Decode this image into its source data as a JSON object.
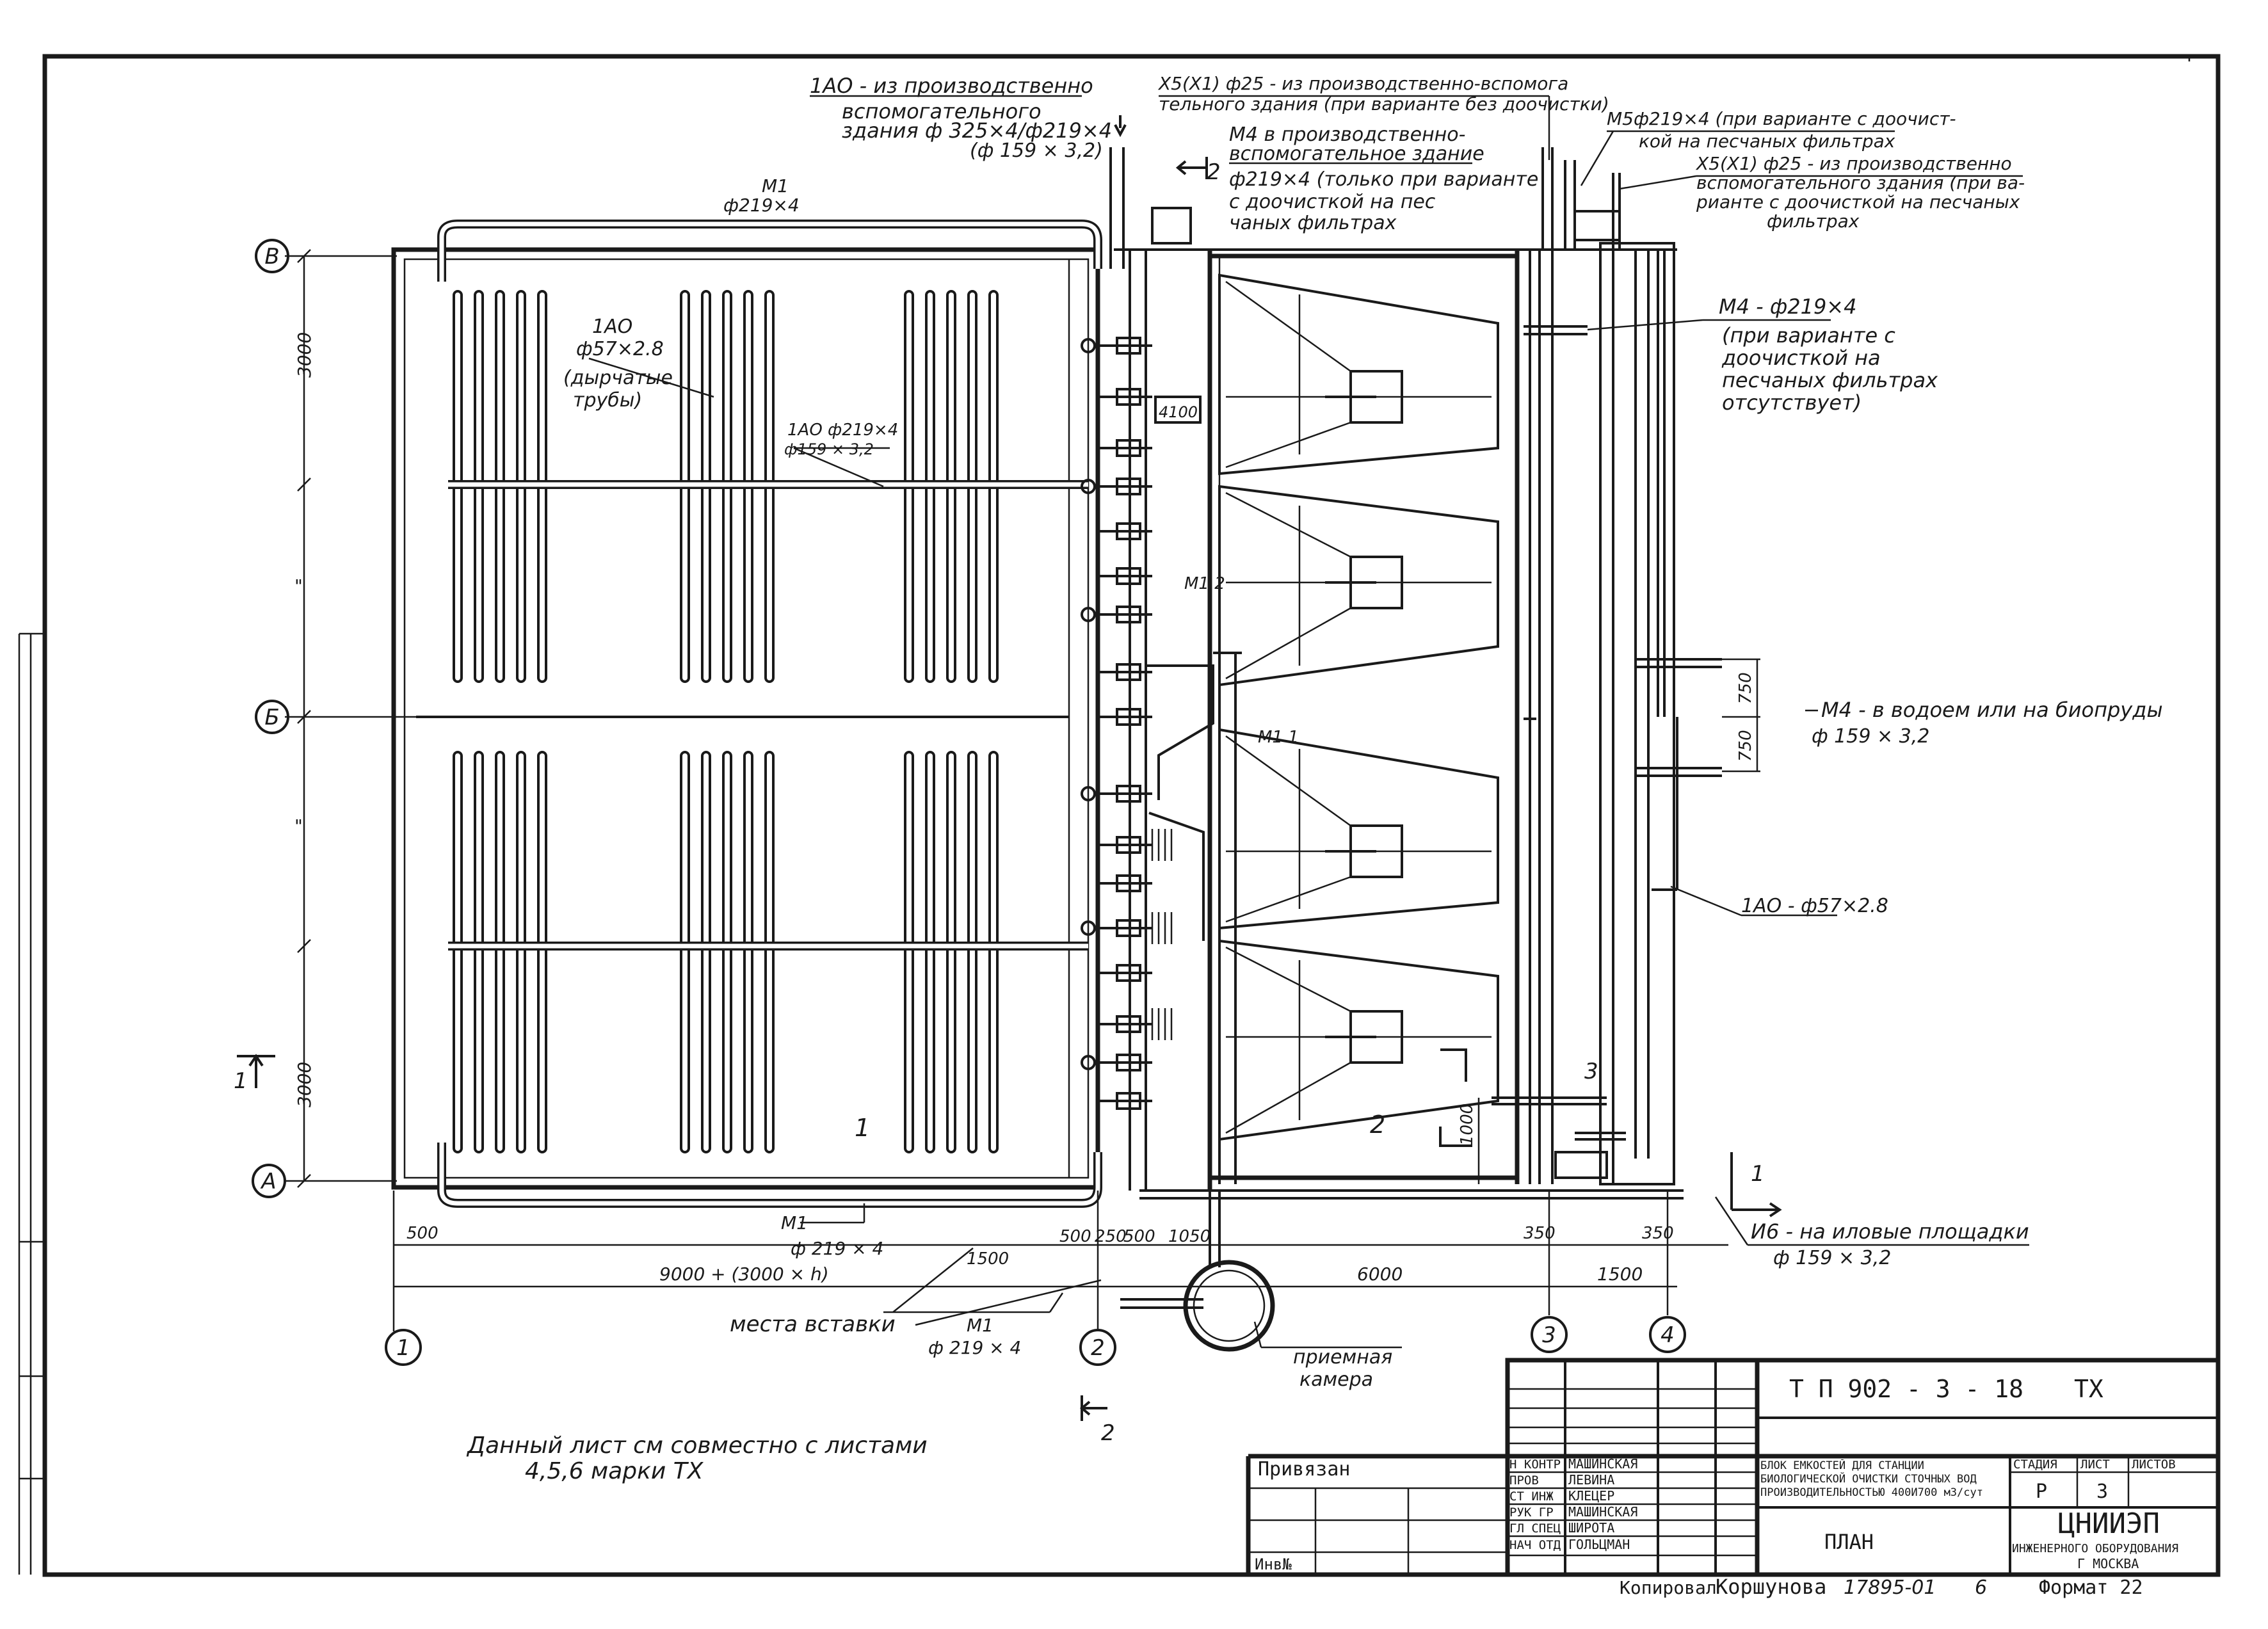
{
  "axes": {
    "rows": [
      "В",
      "Б",
      "А"
    ],
    "columns": [
      "1",
      "2",
      "3",
      "4"
    ]
  },
  "dimensions": {
    "v1": "3000",
    "v2": "3000",
    "v_tick_1": "\"",
    "v_tick_2": "\"",
    "d500_left": "500",
    "d9000": "9000 + (3000 × h)",
    "d1500_a": "1500",
    "d500_b": "500",
    "d250": "250",
    "d500_c": "500",
    "d1050": "1050",
    "d6000": "6000",
    "d350_a": "350",
    "d350_b": "350",
    "d1500_b": "1500",
    "d750_a": "750",
    "d750_b": "750",
    "d1000": "1000",
    "d4100": "4100"
  },
  "labels": {
    "top_1a": "1АО - из производственно",
    "top_1b": "вспомогательного",
    "top_1c": "здания ф 325×4/ф219×4",
    "top_1d": "(ф 159 × 3,2)",
    "top_2a": "Х5(Х1) ф25 - из производственно-вспомога",
    "top_2b": "тельного здания (при варианте без доочистки)",
    "top_3a": "М4 в производственно-",
    "top_3b": "вспомогательное здание",
    "top_3c": "ф219×4 (только при варианте",
    "top_3d": "с доочисткой на пес",
    "top_3e": "чаных фильтрах",
    "top_4a": "М5ф219×4 (при варианте с доочист-",
    "top_4b": "кой на песчаных фильтрах",
    "top_5a": "Х5(Х1) ф25 - из производственно",
    "top_5b": "вспомогательного здания (при ва-",
    "top_5c": "рианте с доочисткой на песчаных",
    "top_5d": "фильтрах",
    "m1_top_a": "М1",
    "m1_top_b": "ф219×4",
    "ao_a": "1АО",
    "ao_b": "ф57×2.8",
    "ao_c": "(дырчатые",
    "ao_d": "трубы)",
    "ao2_a": "1АО ф219×4",
    "ao2_b": "ф159 × 3,2",
    "m4_a": "М4 - ф219×4",
    "m4_b": "(при варианте с",
    "m4_c": "доочисткой на",
    "m4_d": "песчаных фильтрах",
    "m4_e": "отсутствует)",
    "m4_out_a": "М4 - в водоем или на биопруды",
    "m4_out_b": "ф 159 × 3,2",
    "ao_right": "1АО - ф57×2.8",
    "m12": "М1 2",
    "m1_mid": "М1 1",
    "tank1": "1",
    "tank2": "2",
    "tank3": "3",
    "m1_bot_a": "М1",
    "m1_bot_b": "ф 219 × 4",
    "m1_bot2_a": "М1",
    "m1_bot2_b": "ф 219 × 4",
    "insert": "места вставки",
    "h6_a": "И6 - на иловые площадки",
    "h6_b": "ф 159 × 3,2",
    "chamber_a": "приемная",
    "chamber_b": "камера",
    "section_1_top": "1",
    "section_1_bottom": "1",
    "section_2_top": "2",
    "section_2_bottom": "2",
    "note_a": "Данный лист см совместно с листами",
    "note_b": "4,5,6 марки ТХ"
  },
  "title_block": {
    "code": "Т П  902 - 3 - 18",
    "mark": "ТХ",
    "attached": "Привязан",
    "inv": "Инв№",
    "roles": [
      "Н КОНТР",
      "ПРОВ",
      "СТ ИНЖ",
      "РУК ГР",
      "ГЛ СПЕЦ",
      "НАЧ ОТД"
    ],
    "names": [
      "МАШИНСКАЯ",
      "ЛЕВИНА",
      "КЛЕЦЕР",
      "МАШИНСКАЯ",
      "ШИРОТА",
      "ГОЛЬЦМАН"
    ],
    "project_title": "БЛОК ЕМКОСТЕЙ ДЛЯ СТАНЦИИ БИОЛОГИЧЕСКОЙ ОЧИСТКИ СТОЧНЫХ ВОД ПРОИЗВОДИТЕЛЬНОСТЬЮ 400И700 м3/сут",
    "sheet_title": "ПЛАН",
    "stage_label": "СТАДИЯ",
    "sheet_label": "ЛИСТ",
    "sheets_label": "ЛИСТОВ",
    "stage": "Р",
    "sheet": "3",
    "org": "ЦНИИЭП",
    "org_sub": "ИНЖЕНЕРНОГО ОБОРУДОВАНИЯ",
    "city": "Г МОСКВА"
  },
  "footer": {
    "copied": "Копировал",
    "copier": "Коршунова",
    "num": "17895-01",
    "six": "6",
    "format": "Формат 22"
  }
}
